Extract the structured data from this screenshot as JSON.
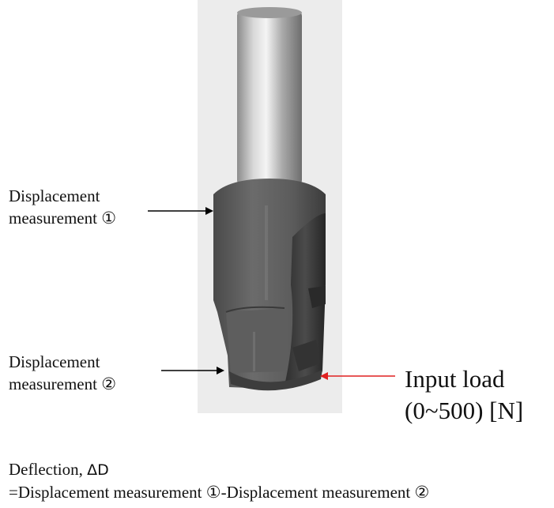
{
  "labels": {
    "measurement1_line1": "Displacement",
    "measurement1_line2": "measurement ①",
    "measurement2_line1": "Displacement",
    "measurement2_line2": "measurement ②",
    "load_line1": "Input load",
    "load_line2": "(0~500) [N]"
  },
  "formula": {
    "line1_text": "Deflection, ",
    "line1_symbol": "ΔD",
    "line2": "=Displacement measurement ①-Displacement measurement ②"
  },
  "colors": {
    "photo_background": "#ececec",
    "tool_metal": "#5a5a5a",
    "shank": "#b9b9b9",
    "arrow_black": "#000000",
    "arrow_red": "#e02020"
  },
  "icons": [
    "end-mill-photo",
    "measurement-arrow",
    "load-arrow"
  ]
}
